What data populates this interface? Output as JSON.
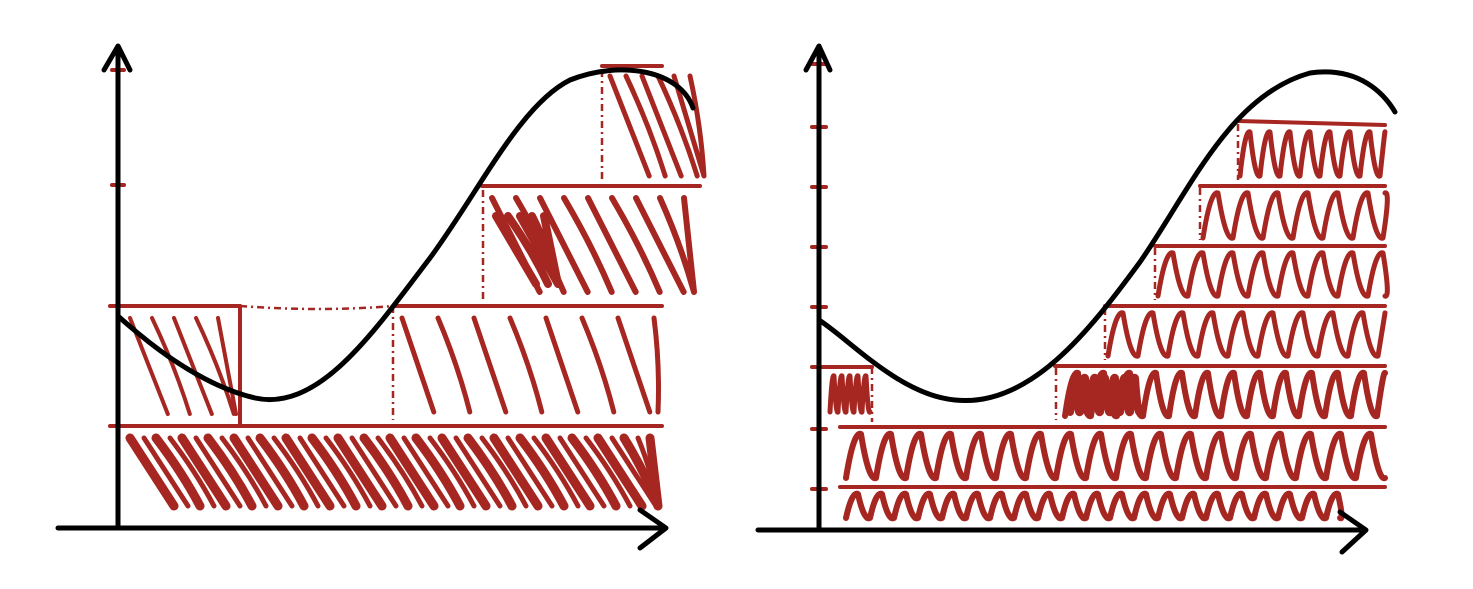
{
  "colors": {
    "ink": "#000000",
    "hatch": "#a62621"
  },
  "panels": [
    {
      "id": "riemann-vertical-strips",
      "y_ticks": 3,
      "layers": 4
    },
    {
      "id": "lebesgue-horizontal-strips",
      "y_ticks": 8,
      "layers": 8
    }
  ]
}
